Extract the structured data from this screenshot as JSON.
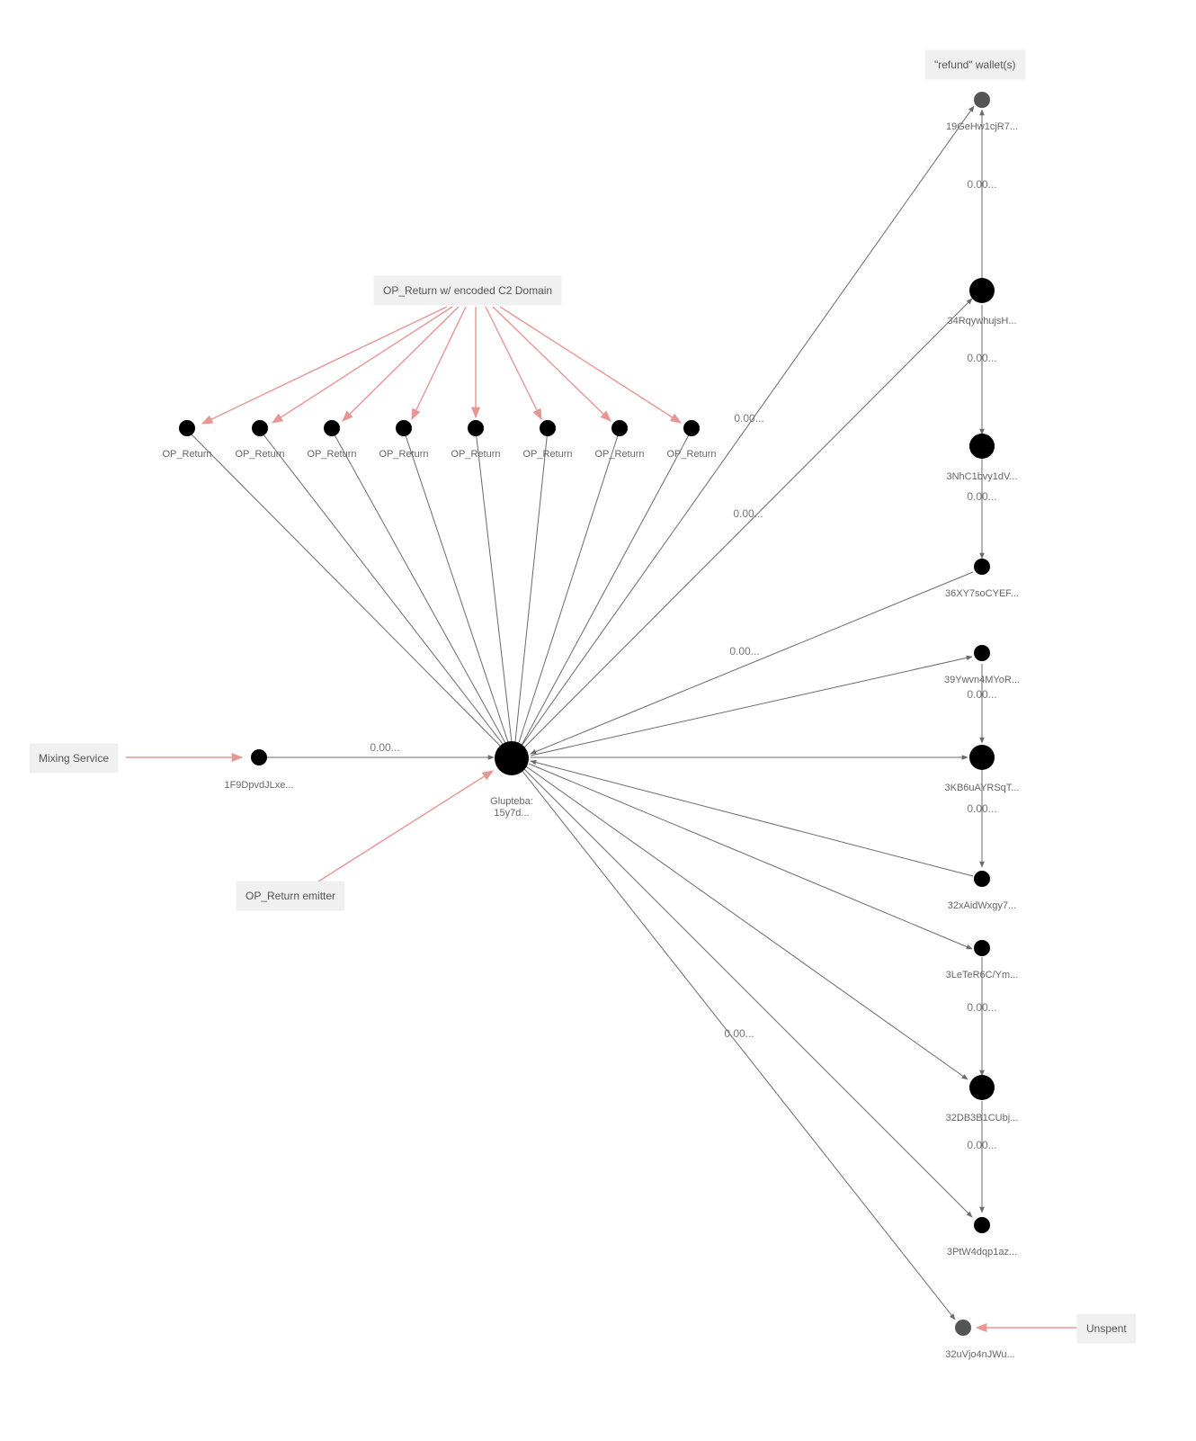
{
  "annotations": {
    "refund_wallets": "\"refund\" wallet(s)",
    "op_return_domain": "OP_Return w/ encoded C2 Domain",
    "mixing_service": "Mixing Service",
    "op_return_emitter": "OP_Return emitter",
    "unspent": "Unspent"
  },
  "nodes": {
    "glupteba": [
      "Glupteba:",
      "15y7d..."
    ],
    "mixer_wallet": "1F9DpvdJLxe...",
    "op_return_label": "OP_Return",
    "right": [
      "19GeHw1cjR7...",
      "34RqywhujsH...",
      "3NhC1bvy1dV...",
      "36XY7soCYEF...",
      "39Ywvn4MYoR...",
      "3KB6uAYRSqT...",
      "32xAidWxgy7...",
      "3LeTeR6C/Ym...",
      "32DB3B1CUbj...",
      "3PtW4dqp1az...",
      "32uVjo4nJWu..."
    ]
  },
  "edge_value": "0.00...",
  "colors": {
    "highlight_edge": "#e89595",
    "edge": "#6a6a6a",
    "node": "#000000",
    "node_muted": "#555555"
  }
}
